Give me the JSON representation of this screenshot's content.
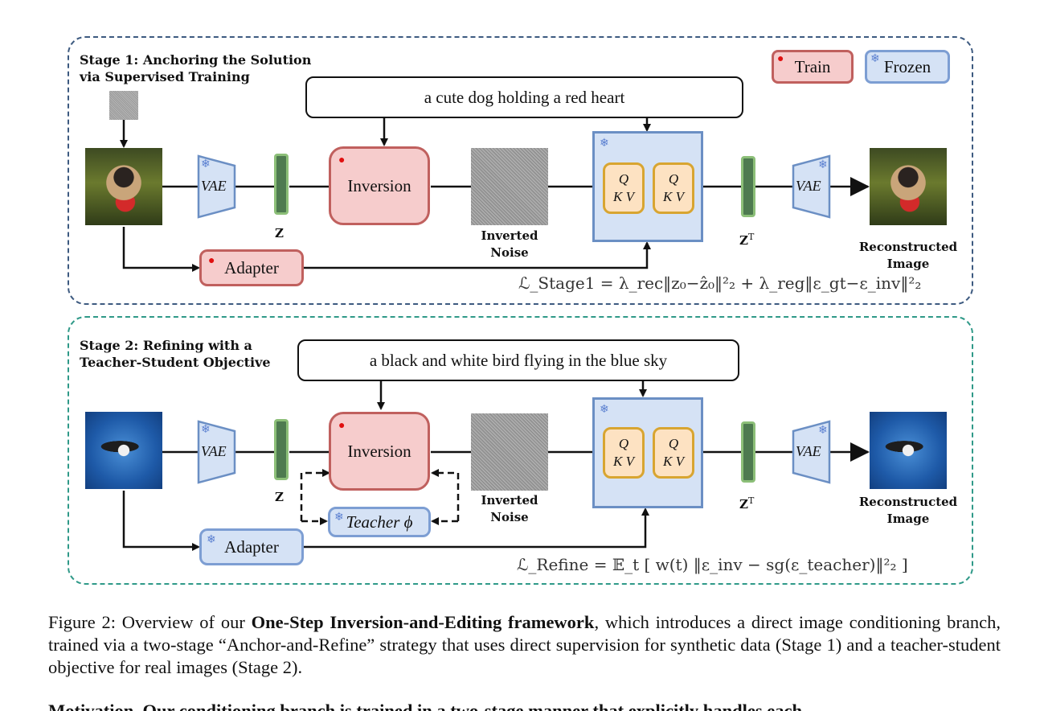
{
  "legend": {
    "train": "Train",
    "frozen": "Frozen",
    "train_icon": "flame-icon",
    "frozen_icon": "snowflake-icon"
  },
  "stage1": {
    "title_line1": "Stage 1: Anchoring the Solution",
    "title_line2": "via Supervised Training",
    "prompt": "a cute dog holding a red heart",
    "vae_label": "VAE",
    "z_label": "Z",
    "inversion_label": "Inversion",
    "noise_label_line1": "Inverted",
    "noise_label_line2": "Noise",
    "qkv_line1": "Q",
    "qkv_line2": "K V",
    "zt_label": "Z",
    "zt_sup": "T",
    "recon_line1": "Reconstructed",
    "recon_line2": "Image",
    "adapter_label": "Adapter",
    "loss": "ℒ_Stage1 = λ_rec‖z₀−ẑ₀‖²₂ + λ_reg‖ε_gt−ε_inv‖²₂"
  },
  "stage2": {
    "title_line1": "Stage 2: Refining with a",
    "title_line2": "Teacher-Student Objective",
    "prompt": "a black and white bird flying in the blue sky",
    "vae_label": "VAE",
    "z_label": "Z",
    "inversion_label": "Inversion",
    "teacher_label": "Teacher ϕ",
    "noise_label_line1": "Inverted",
    "noise_label_line2": "Noise",
    "qkv_line1": "Q",
    "qkv_line2": "K V",
    "zt_label": "Z",
    "zt_sup": "T",
    "recon_line1": "Reconstructed",
    "recon_line2": "Image",
    "adapter_label": "Adapter",
    "loss": "ℒ_Refine = 𝔼_t [ w(t) ‖ε_inv − sg(ε_teacher)‖²₂ ]"
  },
  "caption": {
    "prefix": "Figure 2: Overview of our ",
    "bold": "One-Step Inversion-and-Editing framework",
    "rest": ", which introduces a direct image conditioning branch, trained via a two-stage “Anchor-and-Refine” strategy that uses direct supervision for synthetic data (Stage 1) and a teacher-student objective for real images (Stage 2).",
    "next_line_partial": "Motivation. Our conditioning branch is trained in a two-stage manner that explicitly handles each..."
  },
  "colors": {
    "stage1_border": "#3d5a80",
    "stage2_border": "#2f9988",
    "train_fill": "#f6cccc",
    "train_border": "#c0605e",
    "frozen_fill": "#d5e2f5",
    "frozen_border": "#7d9ed3",
    "latent": "#4e7a50",
    "attn_fill": "#fde2c2",
    "attn_border": "#d8a531"
  }
}
